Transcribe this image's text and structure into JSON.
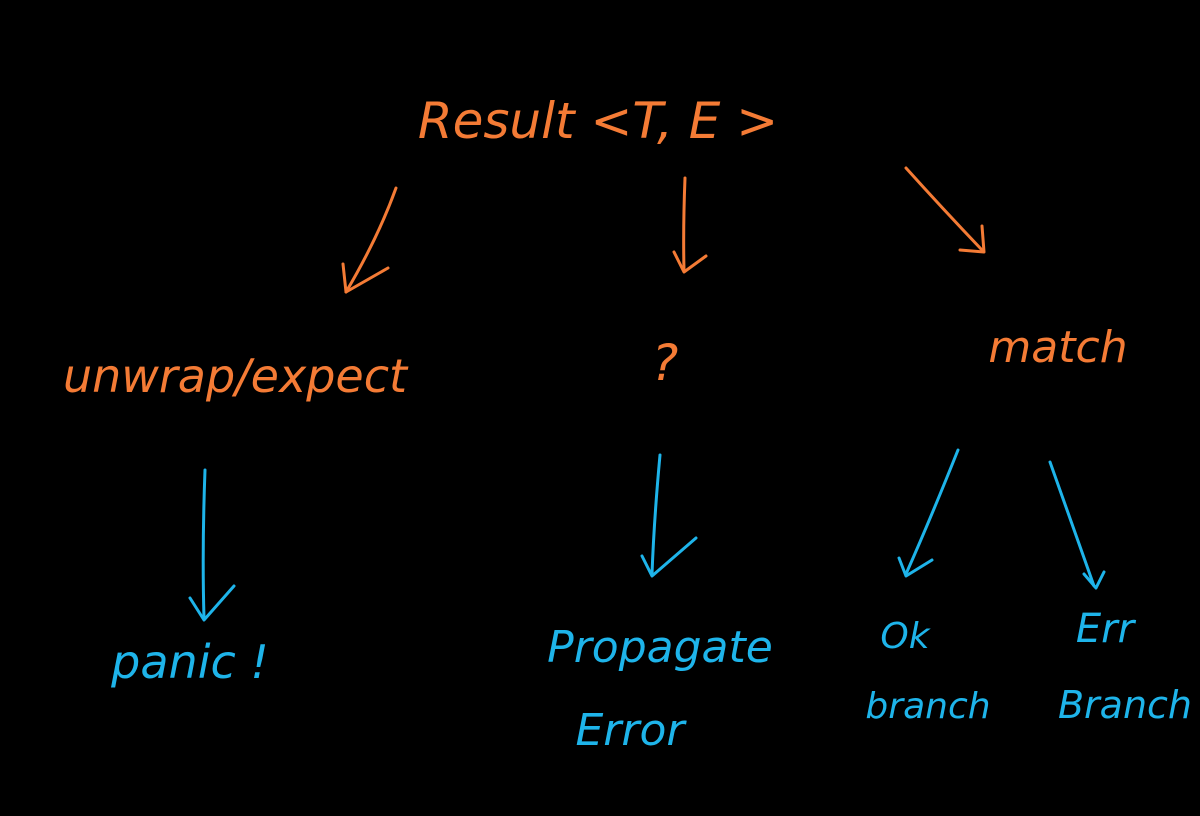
{
  "diagram": {
    "background": "#000000",
    "colors": {
      "orange": "#F47B35",
      "blue": "#1EB4EA"
    },
    "nodes": {
      "root": {
        "text": "Result <T, E >",
        "color": "orange"
      },
      "unwrap": {
        "text": "unwrap/expect",
        "color": "orange"
      },
      "question": {
        "text": "?",
        "color": "orange"
      },
      "match": {
        "text": "match",
        "color": "orange"
      },
      "panic": {
        "text": "panic !",
        "color": "blue"
      },
      "propagate_line1": {
        "text": "Propagate",
        "color": "blue"
      },
      "propagate_line2": {
        "text": "Error",
        "color": "blue"
      },
      "ok_line1": {
        "text": "Ok",
        "color": "blue"
      },
      "ok_line2": {
        "text": "branch",
        "color": "blue"
      },
      "err_line1": {
        "text": "Err",
        "color": "blue"
      },
      "err_line2": {
        "text": "Branch",
        "color": "blue"
      }
    },
    "edges": [
      {
        "from": "root",
        "to": "unwrap",
        "color": "orange"
      },
      {
        "from": "root",
        "to": "question",
        "color": "orange"
      },
      {
        "from": "root",
        "to": "match",
        "color": "orange"
      },
      {
        "from": "unwrap",
        "to": "panic",
        "color": "blue"
      },
      {
        "from": "question",
        "to": "propagate",
        "color": "blue"
      },
      {
        "from": "match",
        "to": "ok",
        "color": "blue"
      },
      {
        "from": "match",
        "to": "err",
        "color": "blue"
      }
    ]
  }
}
